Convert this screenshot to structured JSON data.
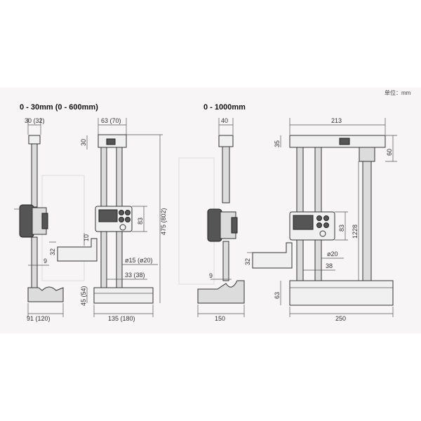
{
  "unit_label": "单位：mm",
  "left": {
    "title": "0 - 30mm (0 - 600mm)",
    "dims": {
      "top_width": "30 (32)",
      "head_width": "63 (70)",
      "head_height": "30",
      "total_height": "475 (802)",
      "display_height": "83",
      "d10": "10",
      "d32": "32",
      "d9": "9",
      "column_dia": "ø15 (ø20)",
      "d33": "33 (38)",
      "base_height": "45 (54)",
      "base_left": "91 (120)",
      "base_right": "135 (180)"
    }
  },
  "right": {
    "title": "0 - 1000mm",
    "dims": {
      "top_width": "40",
      "frame_width": "213",
      "d35": "35",
      "d60": "60",
      "total_height": "1228",
      "display_height": "83",
      "d32": "32",
      "d9": "9",
      "column_dia": "ø20",
      "d38": "38",
      "base_height": "63",
      "base_left": "150",
      "base_right": "250"
    }
  }
}
